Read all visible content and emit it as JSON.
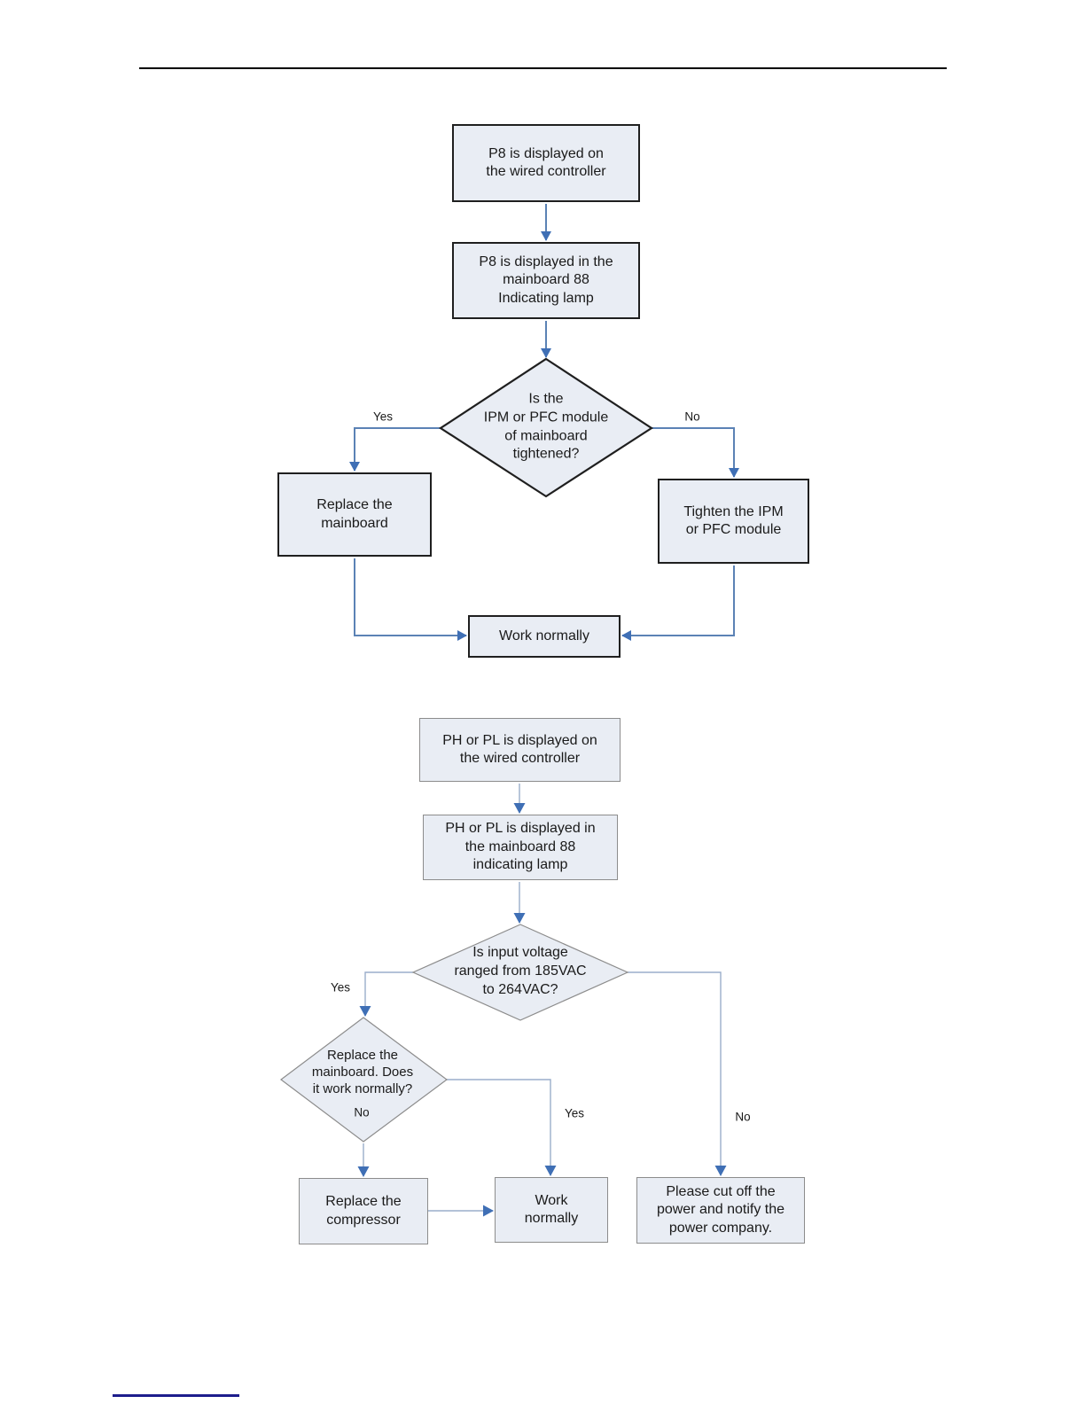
{
  "page": {
    "type": "service-manual-flowchart-page",
    "top_rule": true,
    "footer_rule": true
  },
  "colors": {
    "page_bg": "#ffffff",
    "box_fill": "#e9edf4",
    "chart1_border": "#1f1f1f",
    "chart2_border": "#8c8c8c",
    "connector1": "#5b82b5",
    "connector2": "#9aaecb",
    "arrow": "#3f6fb5",
    "top_rule": "#000000",
    "footer_rule": "#1d1d8c"
  },
  "chart1": {
    "nodes": {
      "start": "P8 is displayed on\nthe wired controller",
      "indicator": "P8 is displayed in the\nmainboard 88\nIndicating lamp",
      "decision": "Is the\nIPM or PFC module\nof mainboard\ntightened?",
      "replace_mainboard": "Replace the\nmainboard",
      "tighten_module": "Tighten the IPM\nor PFC module",
      "work_normally": "Work normally"
    },
    "edges": [
      {
        "from": "start",
        "to": "indicator",
        "label": ""
      },
      {
        "from": "indicator",
        "to": "decision",
        "label": ""
      },
      {
        "from": "decision",
        "to": "replace_mainboard",
        "label": "Yes"
      },
      {
        "from": "decision",
        "to": "tighten_module",
        "label": "No"
      },
      {
        "from": "replace_mainboard",
        "to": "work_normally",
        "label": ""
      },
      {
        "from": "tighten_module",
        "to": "work_normally",
        "label": ""
      }
    ]
  },
  "chart2": {
    "nodes": {
      "start": "PH or PL is displayed on\nthe wired controller",
      "indicator": "PH or PL is displayed in\nthe mainboard 88\nindicating lamp",
      "voltage_decision": "Is input voltage\nranged from 185VAC\nto 264VAC?",
      "replace_decision": "Replace the\nmainboard. Does\nit work normally?",
      "replace_compressor": "Replace the\ncompressor",
      "work_normally": "Work\nnormally",
      "cut_power": "Please cut off the\npower and notify the\npower company."
    },
    "edges": [
      {
        "from": "start",
        "to": "indicator",
        "label": ""
      },
      {
        "from": "indicator",
        "to": "voltage_decision",
        "label": ""
      },
      {
        "from": "voltage_decision",
        "to": "replace_decision",
        "label": "Yes"
      },
      {
        "from": "voltage_decision",
        "to": "cut_power",
        "label": "No"
      },
      {
        "from": "replace_decision",
        "to": "work_normally",
        "label": "Yes"
      },
      {
        "from": "replace_decision",
        "to": "replace_compressor",
        "label": "No"
      },
      {
        "from": "replace_compressor",
        "to": "work_normally",
        "label": ""
      }
    ]
  }
}
